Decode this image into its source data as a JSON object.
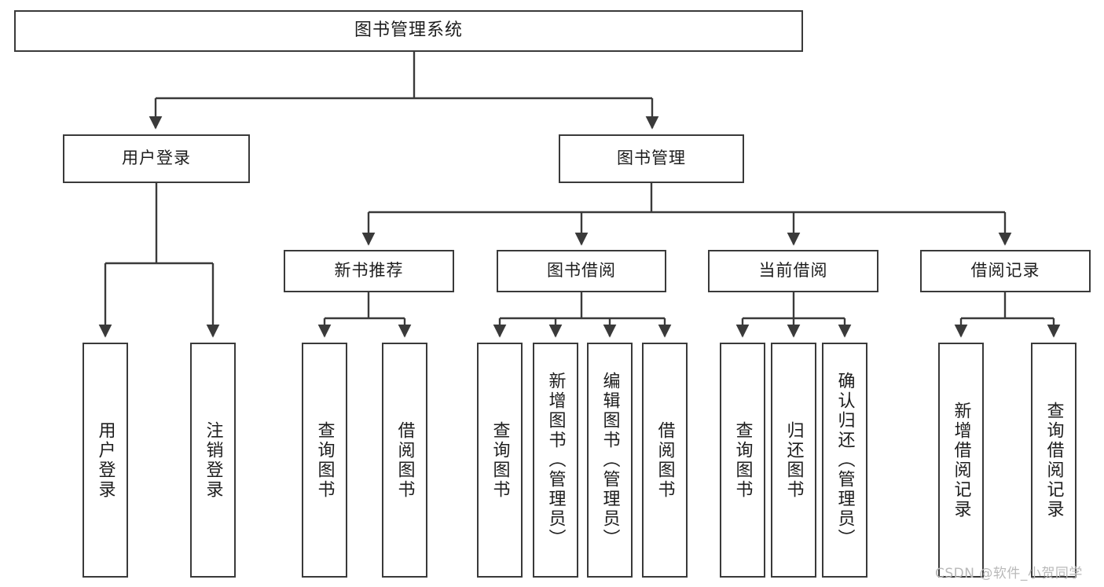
{
  "diagram": {
    "title": "图书管理系统",
    "type": "tree-hierarchy-diagram",
    "orientation": "top-down",
    "colors": {
      "box_border": "#3a3a3a",
      "box_fill": "#ffffff",
      "edge": "#3a3a3a",
      "text": "#1d1d1d",
      "watermark": "#b9b9b9",
      "background": "#ffffff"
    }
  },
  "nodes": {
    "root": {
      "label": "图书管理系统"
    },
    "level2": [
      {
        "label": "用户登录"
      },
      {
        "label": "图书管理"
      }
    ],
    "level3": [
      {
        "label": "新书推荐"
      },
      {
        "label": "图书借阅"
      },
      {
        "label": "当前借阅"
      },
      {
        "label": "借阅记录"
      }
    ],
    "leaves": {
      "user_login": [
        {
          "label": "用户登录"
        },
        {
          "label": "注销登录"
        }
      ],
      "new_book_recommend": [
        {
          "label": "查询图书"
        },
        {
          "label": "借阅图书"
        }
      ],
      "book_borrow": [
        {
          "label": "查询图书"
        },
        {
          "label": "新增图书（管理员）"
        },
        {
          "label": "编辑图书（管理员）"
        },
        {
          "label": "借阅图书"
        }
      ],
      "current_borrow": [
        {
          "label": "查询图书"
        },
        {
          "label": "归还图书"
        },
        {
          "label": "确认归还（管理员）"
        }
      ],
      "borrow_record": [
        {
          "label": "新增借阅记录"
        },
        {
          "label": "查询借阅记录"
        }
      ]
    }
  },
  "watermark": {
    "text": "CSDN @软件_小贺同学"
  }
}
